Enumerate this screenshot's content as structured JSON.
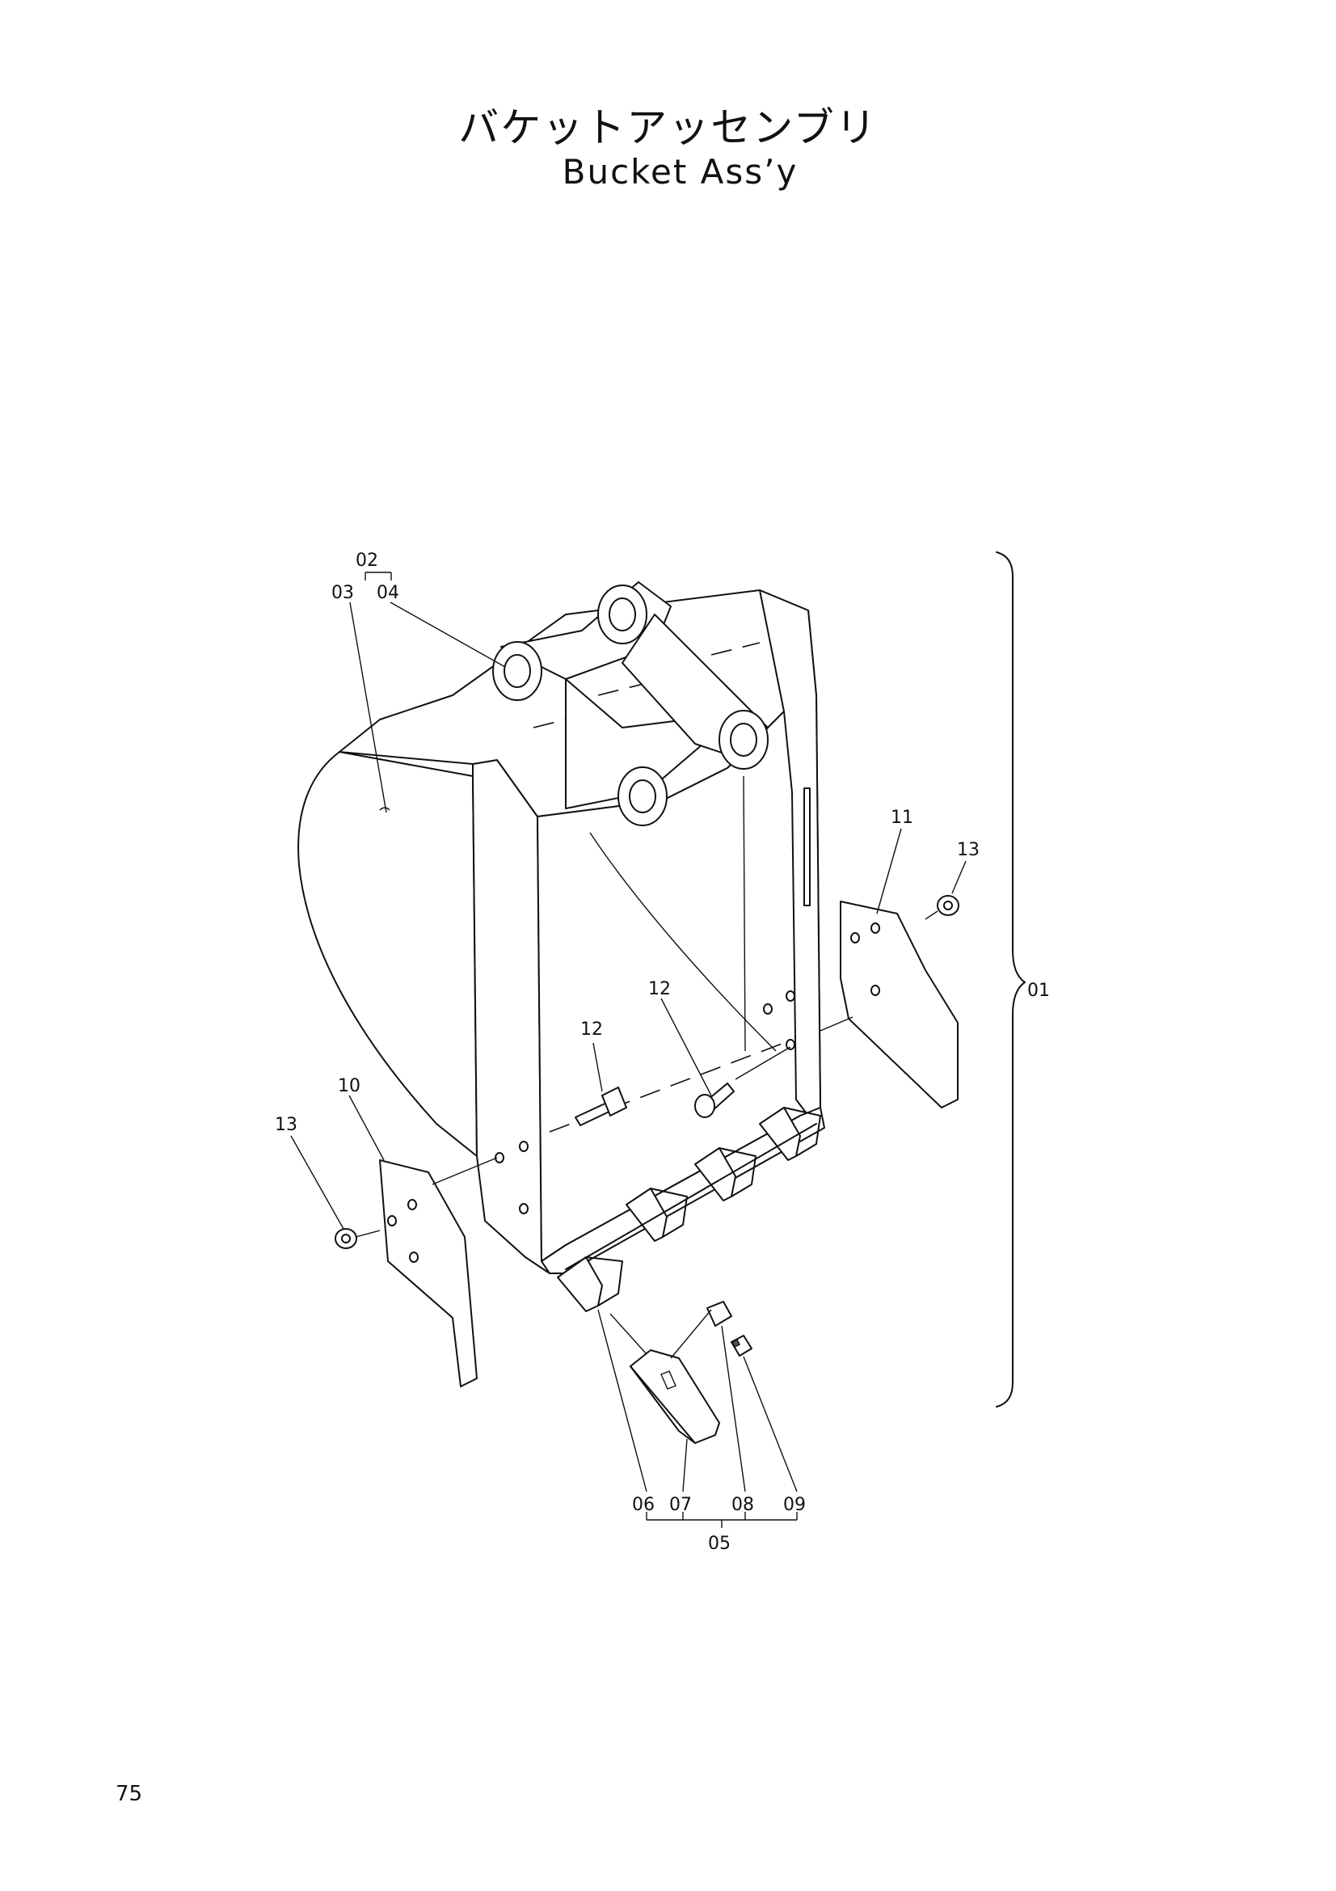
{
  "title": {
    "japanese": "バケットアッセンブリ",
    "english": "Bucket Ass’y"
  },
  "callouts": {
    "c01": "01",
    "c02": "02",
    "c03": "03",
    "c04": "04",
    "c05": "05",
    "c06": "06",
    "c07": "07",
    "c08": "08",
    "c09": "09",
    "c10": "10",
    "c11": "11",
    "c12a": "12",
    "c12b": "12",
    "c13a": "13",
    "c13b": "13"
  },
  "page_number": "75"
}
